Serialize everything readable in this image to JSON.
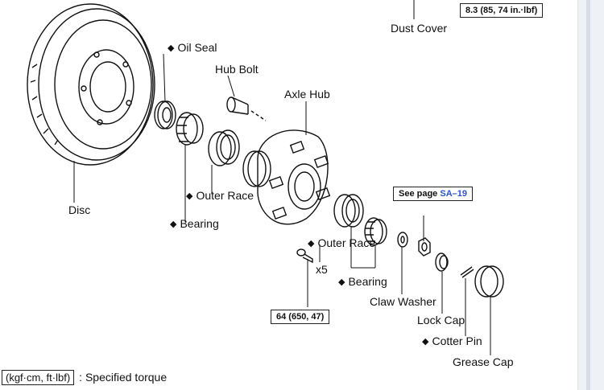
{
  "parts": {
    "oil_seal": "Oil Seal",
    "hub_bolt": "Hub Bolt",
    "axle_hub": "Axle Hub",
    "dust_cover": "Dust Cover",
    "disc": "Disc",
    "outer_race_left": "Outer Race",
    "bearing_left": "Bearing",
    "outer_race_right": "Outer Race",
    "bearing_right": "Bearing",
    "claw_washer": "Claw Washer",
    "lock_cap": "Lock Cap",
    "cotter_pin": "Cotter Pin",
    "grease_cap": "Grease Cap",
    "bolt_qty": "x5"
  },
  "non_reusable_mark": "◆",
  "callouts": {
    "torque_top": "8.3 (85, 74 in.·lbf)",
    "torque_bottom": "64 (650, 47)",
    "see_page_prefix": "See page",
    "see_page_ref": "SA–19"
  },
  "legend": {
    "units": "(kgf·cm, ft·lbf)",
    "description": ": Specified torque"
  },
  "colors": {
    "reference_link": "#2a55c8",
    "line": "#111111"
  }
}
